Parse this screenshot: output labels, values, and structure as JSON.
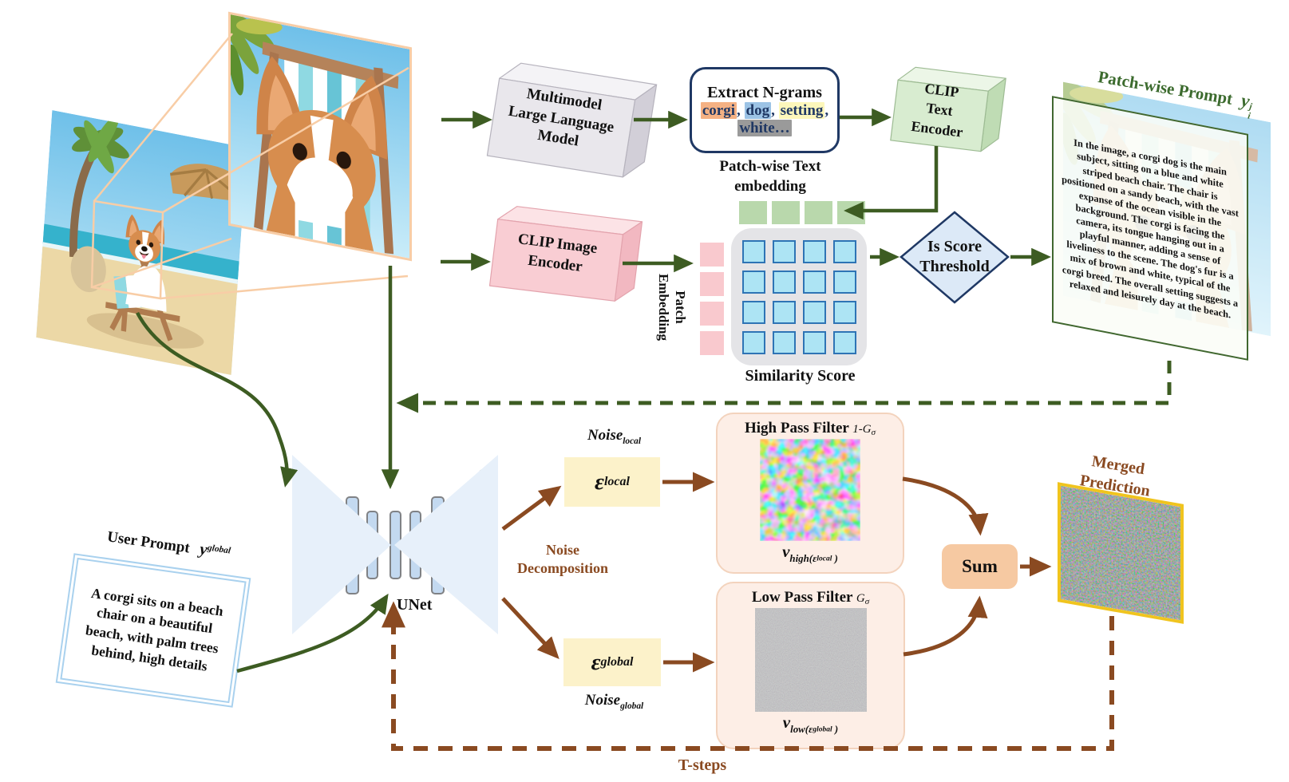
{
  "colors": {
    "arrow_green": "#3d5c22",
    "arrow_brown": "#8a4a21",
    "navy_border": "#1f3864",
    "prompt_green": "#3c6b2e",
    "peach_lines": "#f8cda6",
    "yellow_box": "#fcf2ca",
    "panel_pink": "#fdeee6",
    "sum_peach": "#f6c9a2",
    "merged_border": "#f0c41e",
    "sim_cell": "#ade4f4",
    "text_embed_cell": "#b9d8ac",
    "image_embed_cell": "#f9c9ce",
    "unet_bar": "#c3d9f0"
  },
  "mllm": {
    "label": "Multimodel\nLarge Language\nModel"
  },
  "ngrams": {
    "title": "Extract N-grams",
    "tokens": [
      {
        "text": "corgi",
        "highlight": "#f5b183"
      },
      {
        "text": "dog",
        "highlight": "#9cc3e5"
      },
      {
        "text": "setting",
        "highlight": "#fdf7bb"
      },
      {
        "text": "white…",
        "highlight": "#9a9a9a"
      }
    ],
    "sep": ", ",
    "sep_end": ","
  },
  "clip_text": {
    "label": "CLIP\nText\nEncoder"
  },
  "clip_image": {
    "label": "CLIP Image\nEncoder"
  },
  "patch_text_embedding_label": "Patch-wise Text\nembedding",
  "patch_embedding_label": "Patch\nEmbedding",
  "embeddings": {
    "text_cells": 4,
    "image_cells": 4
  },
  "similarity": {
    "label": "Similarity Score",
    "cells": 16
  },
  "threshold": {
    "label": "Is Score\nThreshold"
  },
  "patch_prompt": {
    "title": "Patch-wise Prompt",
    "symbol": {
      "base": "y",
      "sup": "j",
      "sub": "i"
    },
    "text": "In the image, a corgi dog is the main subject, sitting on a blue and white striped beach chair. The chair is positioned on a sandy beach, with the vast expanse of the ocean visible in the background. The corgi is facing the camera, its tongue hanging out in a playful manner, adding a sense of liveliness to the scene. The dog's fur is a mix of brown and white, typical of the corgi breed. The overall setting suggests a relaxed and leisurely day at the beach."
  },
  "user_prompt": {
    "title": "User Prompt",
    "symbol": {
      "base": "y",
      "sup": "global"
    },
    "text": "A corgi sits on a beach chair on a beautiful beach, with palm trees behind, high details"
  },
  "unet": {
    "label": "UNet"
  },
  "noise_decomposition_label": "Noise\nDecomposition",
  "local_branch": {
    "noise_label": {
      "base": "Noise",
      "sub": "local"
    },
    "eps": {
      "base": "ε",
      "sub": "local"
    },
    "filter_title": "High Pass Filter",
    "filter_formula": {
      "base": "1-G",
      "sub": "σ"
    },
    "output": {
      "base": "v",
      "sub": "high(ε",
      "subsub": "local",
      "close": " )"
    }
  },
  "global_branch": {
    "noise_label": {
      "base": "Noise",
      "sub": "global"
    },
    "eps": {
      "base": "ε",
      "sub": "global"
    },
    "filter_title": "Low Pass Filter",
    "filter_formula": {
      "base": "G",
      "sub": "σ"
    },
    "output": {
      "base": "v",
      "sub": "low(ε",
      "subsub": "global",
      "close": " )"
    }
  },
  "sum": {
    "label": "Sum"
  },
  "merged": {
    "label": "Merged\nPrediction"
  },
  "tsteps_label": "T-steps"
}
